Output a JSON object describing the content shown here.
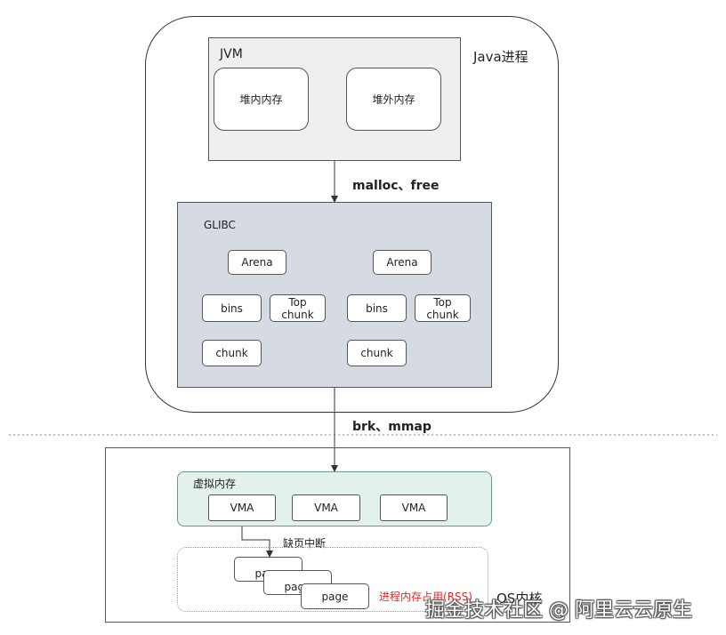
{
  "java_process": {
    "label": "Java进程"
  },
  "jvm": {
    "label": "JVM",
    "heap": "堆内内存",
    "offheap": "堆外内存"
  },
  "edge_upper": {
    "label": "malloc、free"
  },
  "glibc": {
    "label": "GLIBC",
    "arenas": [
      {
        "arena": "Arena",
        "bins": "bins",
        "top_chunk": "Top\nchunk",
        "chunk": "chunk"
      },
      {
        "arena": "Arena",
        "bins": "bins",
        "top_chunk": "Top\nchunk",
        "chunk": "chunk"
      }
    ]
  },
  "edge_lower": {
    "label": "brk、mmap"
  },
  "os_kernel": {
    "label": "OS内核"
  },
  "virtual_memory": {
    "label": "虚拟内存",
    "vmas": [
      "VMA",
      "VMA",
      "VMA"
    ]
  },
  "page_fault": {
    "label": "缺页中断"
  },
  "pages": [
    "page",
    "page",
    "page"
  ],
  "rss": {
    "label": "进程内存占用(RSS)",
    "color": "#d32f2f"
  },
  "watermark": {
    "text": "掘金技术社区 @ 阿里云云原生"
  },
  "colors": {
    "jvm_fill": "#efefef",
    "glibc_fill": "#d6dae2",
    "virtual_fill": "#e3f1ec",
    "virtual_border": "#6a9a88"
  }
}
